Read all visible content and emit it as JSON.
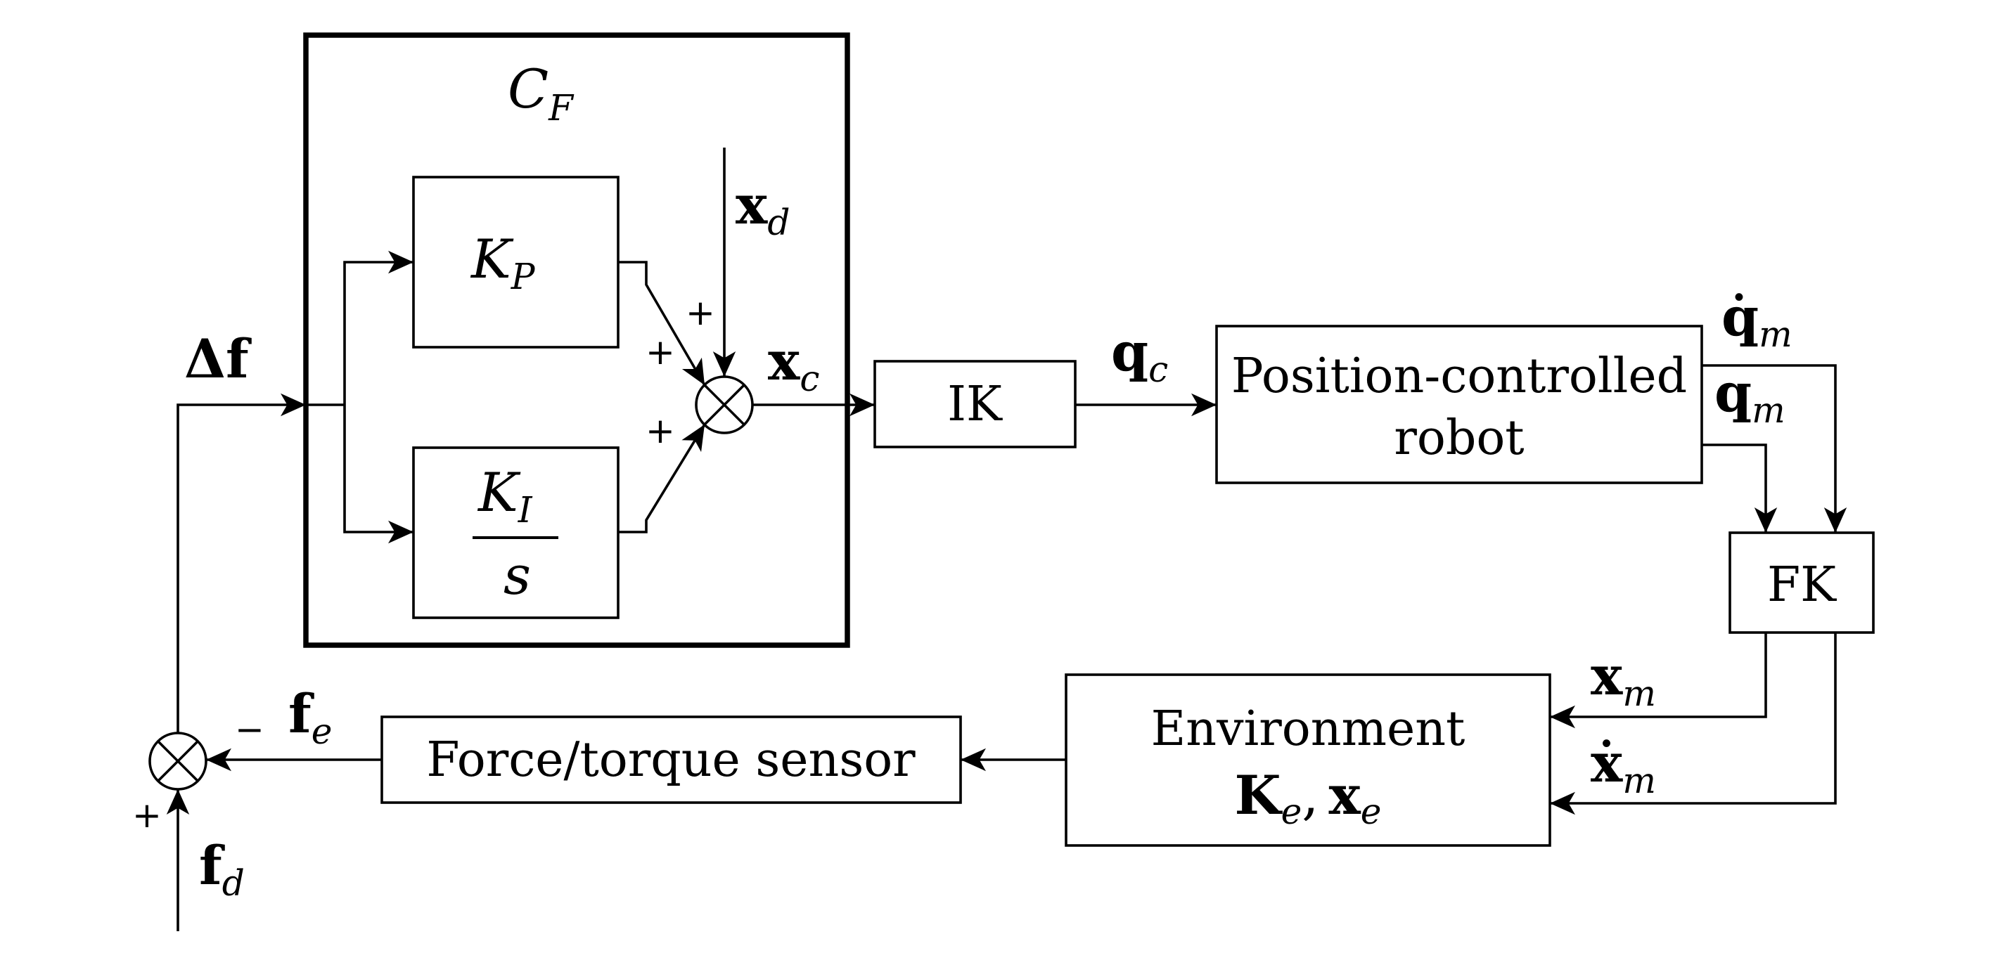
{
  "controller": {
    "title_main": "C",
    "title_sub": "F",
    "kp_main": "K",
    "kp_sub": "P",
    "ki_main": "K",
    "ki_sub": "I",
    "ki_den": "s"
  },
  "blocks": {
    "ik": "IK",
    "robot_line1": "Position-controlled",
    "robot_line2": "robot",
    "fk": "FK",
    "env_line1": "Environment",
    "env_k": "K",
    "env_k_sub": "e",
    "env_sep": ",",
    "env_x": "x",
    "env_x_sub": "e",
    "sensor": "Force/torque sensor"
  },
  "signals": {
    "delta_f": "Δf",
    "xd_main": "x",
    "xd_sub": "d",
    "xc_main": "x",
    "xc_sub": "c",
    "qc_main": "q",
    "qc_sub": "c",
    "qdot_main": "q̇",
    "qdot_sub": "m",
    "q_main": "q",
    "q_sub": "m",
    "xm_main": "x",
    "xm_sub": "m",
    "xdot_main": "ẋ",
    "xdot_sub": "m",
    "fe_main": "f",
    "fe_sub": "e",
    "fd_main": "f",
    "fd_sub": "d"
  },
  "signs": {
    "plus": "+",
    "minus": "−"
  }
}
